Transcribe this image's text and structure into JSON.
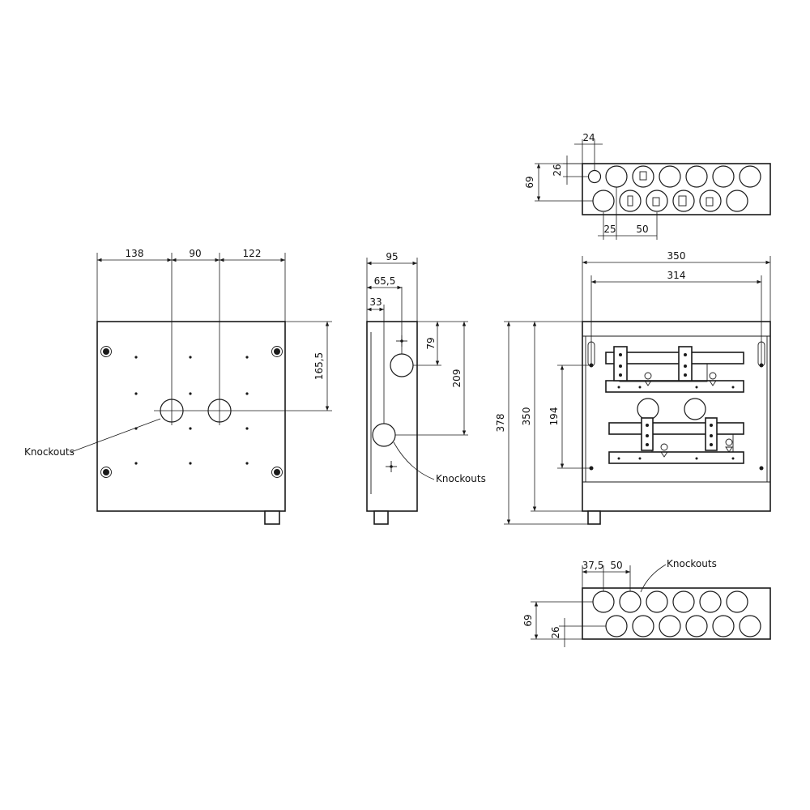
{
  "labels": {
    "knockouts_front": "Knockouts",
    "knockouts_side": "Knockouts",
    "knockouts_bottom": "Knockouts"
  },
  "front_view": {
    "dims": {
      "d138": "138",
      "d90": "90",
      "d122": "122",
      "d165_5": "165,5"
    }
  },
  "side_view": {
    "dims": {
      "d95": "95",
      "d65_5": "65,5",
      "d33": "33",
      "d79": "79",
      "d209": "209"
    }
  },
  "top_view": {
    "dims": {
      "d24": "24",
      "d26": "26",
      "d69": "69",
      "d25": "25",
      "d50": "50"
    }
  },
  "interior_view": {
    "dims": {
      "d350w": "350",
      "d314": "314",
      "d378": "378",
      "d350h": "350",
      "d194": "194"
    }
  },
  "bottom_view": {
    "dims": {
      "d37_5": "37,5",
      "d50": "50",
      "d69": "69",
      "d26": "26"
    }
  }
}
